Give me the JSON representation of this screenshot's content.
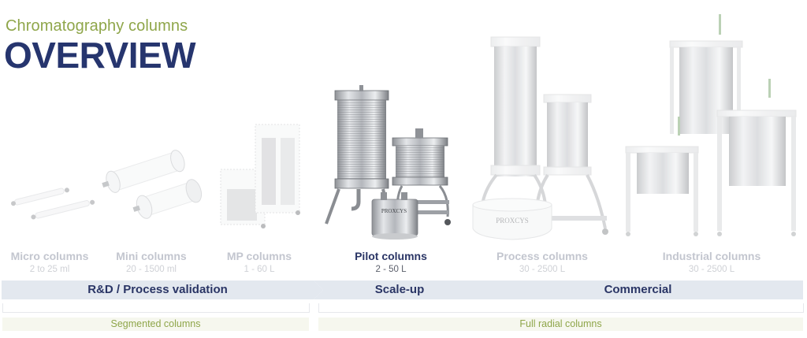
{
  "header": {
    "subtitle": "Chromatography columns",
    "title": "OVERVIEW"
  },
  "products": [
    {
      "name": "Micro columns",
      "range": "2 to 25 ml",
      "active": false
    },
    {
      "name": "Mini columns",
      "range": "20 - 1500 ml",
      "active": false
    },
    {
      "name": "MP columns",
      "range": "1 - 60 L",
      "active": false
    },
    {
      "name": "Pilot columns",
      "range": "2 - 50 L",
      "active": true
    },
    {
      "name": "Process columns",
      "range": "30 - 2500 L",
      "active": false
    },
    {
      "name": "Industrial columns",
      "range": "30 - 2500 L",
      "active": false
    }
  ],
  "stages": [
    {
      "label": "R&D / Process validation"
    },
    {
      "label": "Scale-up"
    },
    {
      "label": "Commercial"
    }
  ],
  "column_types": [
    {
      "label": "Segmented columns"
    },
    {
      "label": "Full radial columns"
    }
  ],
  "colors": {
    "title_navy": "#26356e",
    "accent_green": "#8fa64a",
    "stage_bar": "#e3e8ef",
    "type_bar": "#f6f7ee"
  },
  "brand_markings": [
    "PROXCYS",
    "PROXCYS"
  ]
}
